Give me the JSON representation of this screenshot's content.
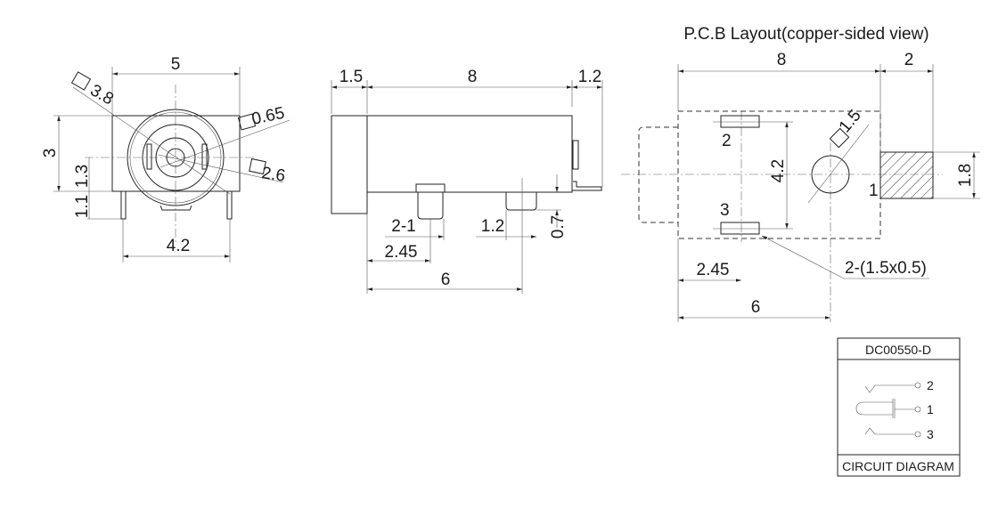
{
  "title": "P.C.B Layout(copper-sided view)",
  "front_view": {
    "width": "5",
    "height": "3",
    "dia_outer": "3.8",
    "dia_pin": "0.65",
    "dia_inner": "2.6",
    "h1": "1.1",
    "h2": "1.3",
    "pin_span": "4.2"
  },
  "side_view": {
    "front": "1.5",
    "length": "8",
    "rear": "1.2",
    "tab": "2-1",
    "tab_pos": "2.45",
    "rear_pin_pos": "6",
    "pin_w": "1.2",
    "pin_h": "0.7"
  },
  "pcb": {
    "length": "8",
    "ext": "2",
    "pad_span": "4.2",
    "hole": "1.5",
    "pad1_h": "1.8",
    "pad_pos": "2.45",
    "hole_pos": "6",
    "pad_size": "2-(1.5x0.5)",
    "pin2": "2",
    "pin3": "3",
    "pin1": "1"
  },
  "circuit": {
    "part": "DC00550-D",
    "caption": "CIRCUIT DIAGRAM",
    "pins": [
      "2",
      "1",
      "3"
    ]
  }
}
